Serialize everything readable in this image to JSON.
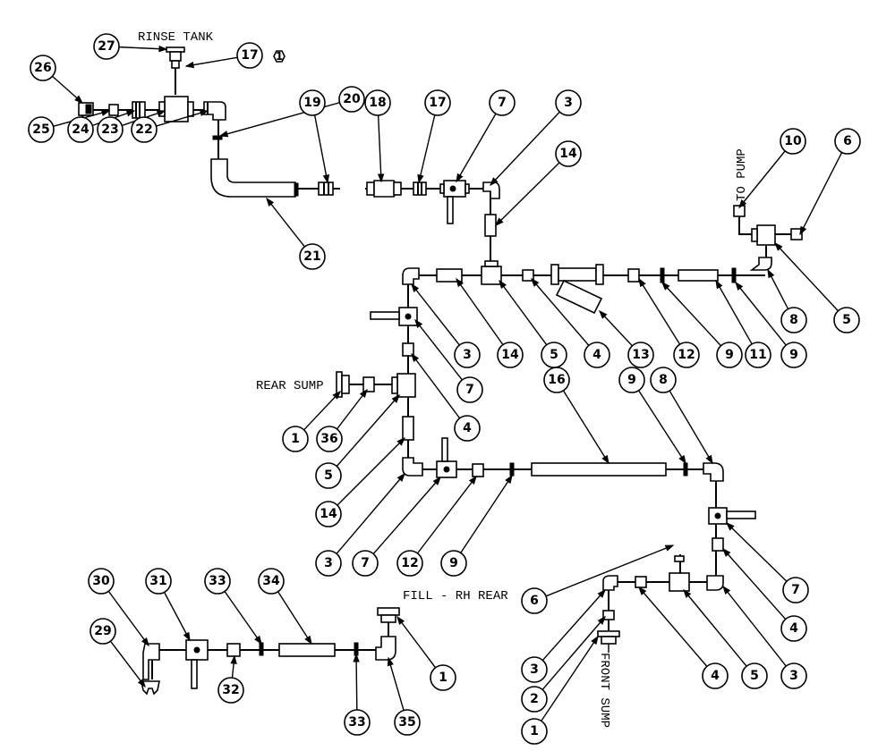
{
  "labels": {
    "rinse_tank": "RINSE TANK",
    "to_pump": "TO PUMP",
    "rear_sump": "REAR SUMP",
    "fill_rh_rear": "FILL - RH REAR",
    "front_sump": "FRONT SUMP",
    "sheet_note": "1"
  },
  "callouts": [
    {
      "id": "c27a",
      "n": "27"
    },
    {
      "id": "c17a",
      "n": "17"
    },
    {
      "id": "c26",
      "n": "26"
    },
    {
      "id": "c25",
      "n": "25"
    },
    {
      "id": "c24",
      "n": "24"
    },
    {
      "id": "c23",
      "n": "23"
    },
    {
      "id": "c22",
      "n": "22"
    },
    {
      "id": "c20",
      "n": "20"
    },
    {
      "id": "c19",
      "n": "19"
    },
    {
      "id": "c18",
      "n": "18"
    },
    {
      "id": "c17b",
      "n": "17"
    },
    {
      "id": "c7a",
      "n": "7"
    },
    {
      "id": "c3a",
      "n": "3"
    },
    {
      "id": "c14a",
      "n": "14"
    },
    {
      "id": "c21",
      "n": "21"
    },
    {
      "id": "c10",
      "n": "10"
    },
    {
      "id": "c6a",
      "n": "6"
    },
    {
      "id": "c3b",
      "n": "3"
    },
    {
      "id": "c14b",
      "n": "14"
    },
    {
      "id": "c5a",
      "n": "5"
    },
    {
      "id": "c4a",
      "n": "4"
    },
    {
      "id": "c13",
      "n": "13"
    },
    {
      "id": "c12a",
      "n": "12"
    },
    {
      "id": "c9a",
      "n": "9"
    },
    {
      "id": "c11",
      "n": "11"
    },
    {
      "id": "c9b",
      "n": "9"
    },
    {
      "id": "c8a",
      "n": "8"
    },
    {
      "id": "c5b",
      "n": "5"
    },
    {
      "id": "c7b",
      "n": "7"
    },
    {
      "id": "c4b",
      "n": "4"
    },
    {
      "id": "c1a",
      "n": "1"
    },
    {
      "id": "c36",
      "n": "36"
    },
    {
      "id": "c5c",
      "n": "5"
    },
    {
      "id": "c14c",
      "n": "14"
    },
    {
      "id": "c16",
      "n": "16"
    },
    {
      "id": "c9c",
      "n": "9"
    },
    {
      "id": "c8b",
      "n": "8"
    },
    {
      "id": "c3c",
      "n": "3"
    },
    {
      "id": "c7c",
      "n": "7"
    },
    {
      "id": "c12b",
      "n": "12"
    },
    {
      "id": "c9d",
      "n": "9"
    },
    {
      "id": "c7d",
      "n": "7"
    },
    {
      "id": "c4c",
      "n": "4"
    },
    {
      "id": "c6b",
      "n": "6"
    },
    {
      "id": "c3d",
      "n": "3"
    },
    {
      "id": "c2",
      "n": "2"
    },
    {
      "id": "c1b",
      "n": "1"
    },
    {
      "id": "c4d",
      "n": "4"
    },
    {
      "id": "c5d",
      "n": "5"
    },
    {
      "id": "c3e",
      "n": "3"
    },
    {
      "id": "c30",
      "n": "30"
    },
    {
      "id": "c31",
      "n": "31"
    },
    {
      "id": "c33a",
      "n": "33"
    },
    {
      "id": "c34",
      "n": "34"
    },
    {
      "id": "c29",
      "n": "29"
    },
    {
      "id": "c32",
      "n": "32"
    },
    {
      "id": "c1c",
      "n": "1"
    },
    {
      "id": "c33b",
      "n": "33"
    },
    {
      "id": "c35",
      "n": "35"
    }
  ]
}
